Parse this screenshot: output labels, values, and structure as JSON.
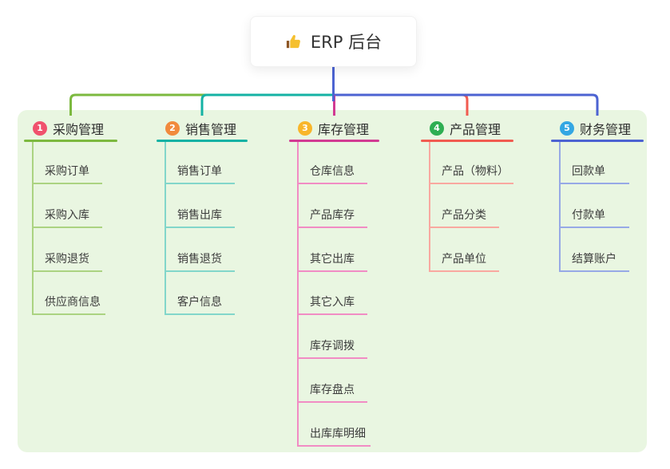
{
  "root": {
    "icon": "thumbs-up-icon",
    "label": "ERP 后台"
  },
  "colors": {
    "canvas_bg": "#e9f6e1",
    "trunk": "#4c63d2",
    "root_bg": "#ffffff"
  },
  "branches": [
    {
      "index": "1",
      "label": "采购管理",
      "badge_color": "#f0516d",
      "line_color": "#7cb93f",
      "item_line_color": "#abd381",
      "items": [
        "采购订单",
        "采购入库",
        "采购退货",
        "供应商信息"
      ]
    },
    {
      "index": "2",
      "label": "销售管理",
      "badge_color": "#f18a3d",
      "line_color": "#14b2a4",
      "item_line_color": "#82d6ca",
      "items": [
        "销售订单",
        "销售出库",
        "销售退货",
        "客户信息"
      ]
    },
    {
      "index": "3",
      "label": "库存管理",
      "badge_color": "#f8b62b",
      "line_color": "#d23a93",
      "item_line_color": "#f18cc4",
      "items": [
        "仓库信息",
        "产品库存",
        "其它出库",
        "其它入库",
        "库存调拨",
        "库存盘点",
        "出库库明细"
      ]
    },
    {
      "index": "4",
      "label": "产品管理",
      "badge_color": "#2eae52",
      "line_color": "#f15b50",
      "item_line_color": "#f9a8a0",
      "items": [
        "产品（物料）",
        "产品分类",
        "产品单位"
      ]
    },
    {
      "index": "5",
      "label": "财务管理",
      "badge_color": "#33a7e3",
      "line_color": "#4c63d2",
      "item_line_color": "#97a9e6",
      "items": [
        "回款单",
        "付款单",
        "结算账户"
      ]
    }
  ]
}
